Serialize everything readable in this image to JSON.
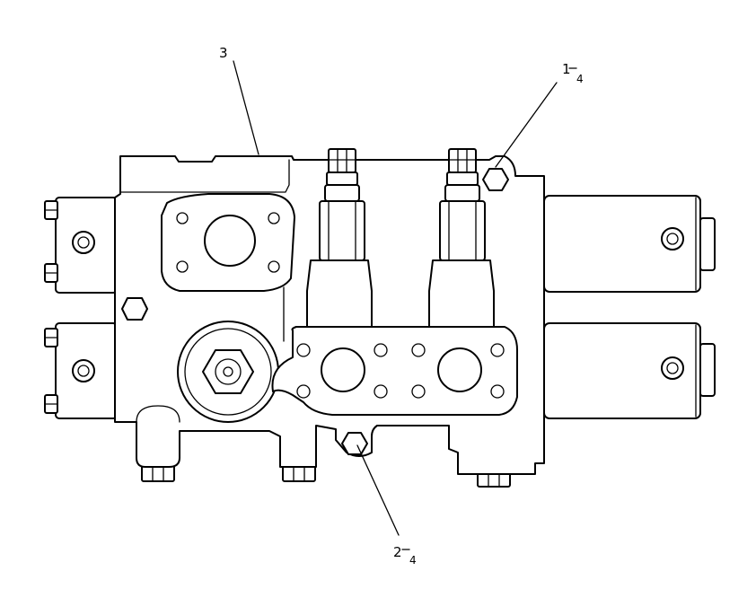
{
  "callouts": {
    "part_3": {
      "label": "3"
    },
    "part_1_4": {
      "main": "1",
      "sub": "4"
    },
    "part_2_4": {
      "main": "2",
      "sub": "4"
    }
  }
}
